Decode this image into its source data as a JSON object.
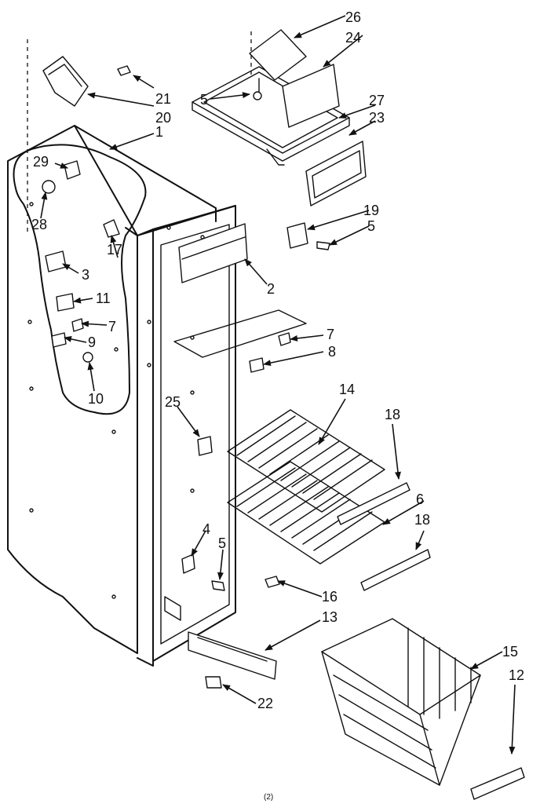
{
  "callouts": [
    {
      "id": "c26",
      "text": "26"
    },
    {
      "id": "c24",
      "text": "24"
    },
    {
      "id": "c21",
      "text": "21"
    },
    {
      "id": "c20",
      "text": "20"
    },
    {
      "id": "c5a",
      "text": "5"
    },
    {
      "id": "c27",
      "text": "27"
    },
    {
      "id": "c23",
      "text": "23"
    },
    {
      "id": "c1",
      "text": "1"
    },
    {
      "id": "c29",
      "text": "29"
    },
    {
      "id": "c28",
      "text": "28"
    },
    {
      "id": "c19",
      "text": "19"
    },
    {
      "id": "c5b",
      "text": "5"
    },
    {
      "id": "c17",
      "text": "17"
    },
    {
      "id": "c3",
      "text": "3"
    },
    {
      "id": "c2",
      "text": "2"
    },
    {
      "id": "c11",
      "text": "11"
    },
    {
      "id": "c7a",
      "text": "7"
    },
    {
      "id": "c9",
      "text": "9"
    },
    {
      "id": "c7b",
      "text": "7"
    },
    {
      "id": "c8",
      "text": "8"
    },
    {
      "id": "c10",
      "text": "10"
    },
    {
      "id": "c14",
      "text": "14"
    },
    {
      "id": "c25",
      "text": "25"
    },
    {
      "id": "c18a",
      "text": "18"
    },
    {
      "id": "c6",
      "text": "6"
    },
    {
      "id": "c18b",
      "text": "18"
    },
    {
      "id": "c4",
      "text": "4"
    },
    {
      "id": "c5c",
      "text": "5"
    },
    {
      "id": "c16",
      "text": "16"
    },
    {
      "id": "c13",
      "text": "13"
    },
    {
      "id": "c15",
      "text": "15"
    },
    {
      "id": "c12",
      "text": "12"
    },
    {
      "id": "c22",
      "text": "22"
    }
  ],
  "footer": "(2)"
}
